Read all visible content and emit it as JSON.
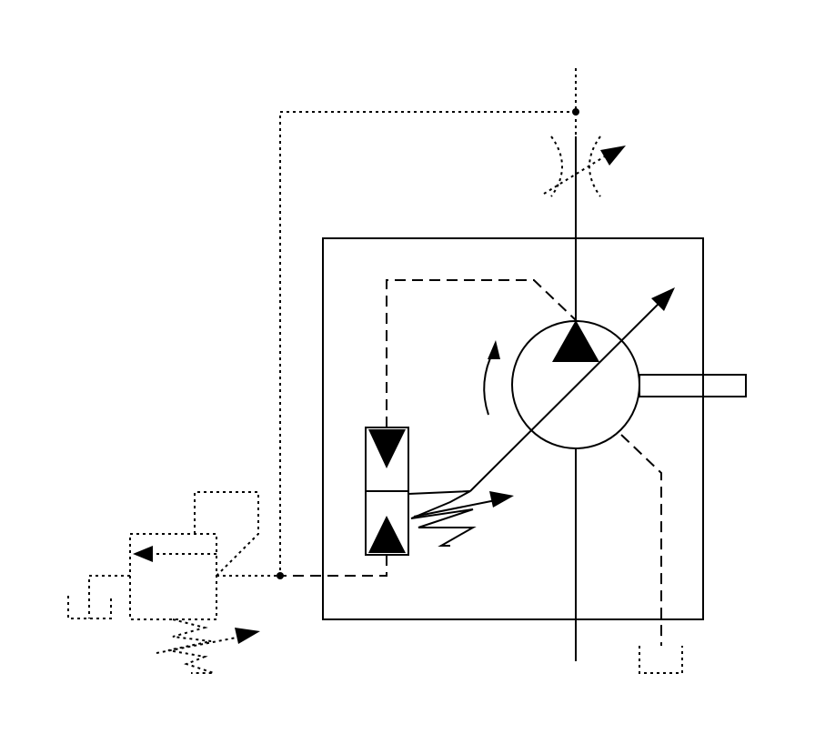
{
  "diagram": {
    "type": "hydraulic-schematic",
    "components": [
      "variable-displacement-pump",
      "pressure-compensator-valve",
      "relief-valve",
      "adjustable-throttle",
      "tank"
    ],
    "colors": {
      "stroke": "#000000",
      "background": "#ffffff"
    }
  }
}
